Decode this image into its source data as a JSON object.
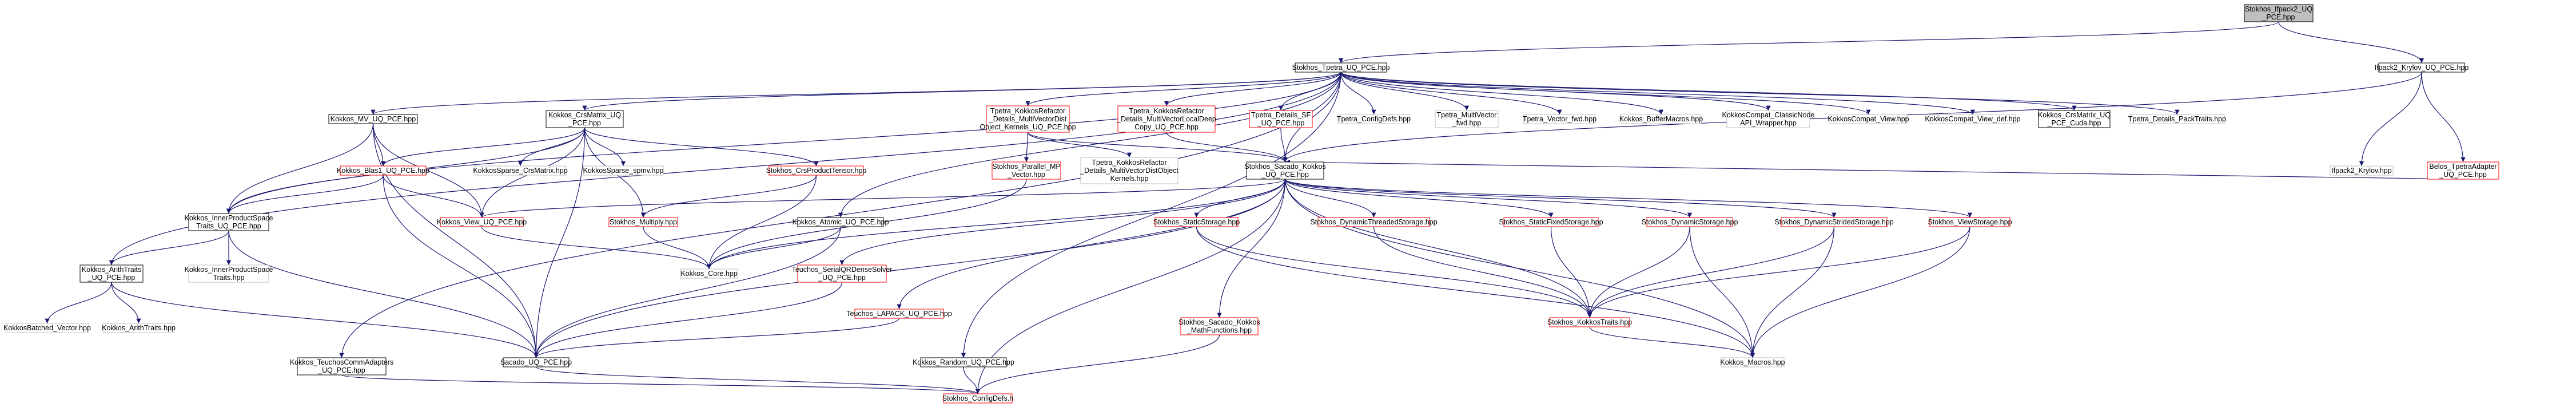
{
  "root": {
    "text": "Stokhos_Ifpack2_UQ_PCE.hpp"
  },
  "nodes": [
    {
      "id": "root",
      "lines": [
        "Stokhos_Ifpack2_UQ",
        "_PCE.hpp"
      ],
      "type": "root"
    },
    {
      "id": "tpetra_uq",
      "lines": [
        "Stokhos_Tpetra_UQ_PCE.hpp"
      ],
      "type": "black"
    },
    {
      "id": "ifpack2_krylov",
      "lines": [
        "Ifpack2_Krylov_UQ_PCE.hpp"
      ],
      "type": "black"
    },
    {
      "id": "kokkos_mv",
      "lines": [
        "Kokkos_MV_UQ_PCE.hpp"
      ],
      "type": "black"
    },
    {
      "id": "kokkos_crsmatrix",
      "lines": [
        "Kokkos_CrsMatrix_UQ",
        "_PCE.hpp"
      ],
      "type": "black"
    },
    {
      "id": "tpetra_mvdist_kernels",
      "lines": [
        "Tpetra_KokkosRefactor",
        "_Details_MultiVectorDist",
        "Object_Kernels_UQ_PCE.hpp"
      ],
      "type": "red"
    },
    {
      "id": "tpetra_mvlocaldeep",
      "lines": [
        "Tpetra_KokkosRefactor",
        "_Details_MultiVectorLocalDeep",
        "Copy_UQ_PCE.hpp"
      ],
      "type": "red"
    },
    {
      "id": "tpetra_details_sf",
      "lines": [
        "Tpetra_Details_SF",
        "_UQ_PCE.hpp"
      ],
      "type": "red"
    },
    {
      "id": "tpetra_configdefs",
      "lines": [
        "Tpetra_ConfigDefs.hpp"
      ],
      "type": "gray"
    },
    {
      "id": "tpetra_multivector_fwd",
      "lines": [
        "Tpetra_MultiVector",
        "_fwd.hpp"
      ],
      "type": "gray"
    },
    {
      "id": "tpetra_vector_fwd",
      "lines": [
        "Tpetra_Vector_fwd.hpp"
      ],
      "type": "gray"
    },
    {
      "id": "kokkos_buffermacros",
      "lines": [
        "Kokkos_BufferMacros.hpp"
      ],
      "type": "gray"
    },
    {
      "id": "kokkoscompat_classicnode",
      "lines": [
        "KokkosCompat_ClassicNode",
        "API_Wrapper.hpp"
      ],
      "type": "gray"
    },
    {
      "id": "kokkoscompat_view",
      "lines": [
        "KokkosCompat_View.hpp"
      ],
      "type": "gray"
    },
    {
      "id": "kokkoscompat_view_def",
      "lines": [
        "KokkosCompat_View_def.hpp"
      ],
      "type": "gray"
    },
    {
      "id": "kokkos_crsmatrix_cuda",
      "lines": [
        "Kokkos_CrsMatrix_UQ",
        "_PCE_Cuda.hpp"
      ],
      "type": "black"
    },
    {
      "id": "tpetra_packtraits",
      "lines": [
        "Tpetra_Details_PackTraits.hpp"
      ],
      "type": "gray"
    },
    {
      "id": "ifpack2_krylov_hpp",
      "lines": [
        "Ifpack2_Krylov.hpp"
      ],
      "type": "gray"
    },
    {
      "id": "belos_tpetraadapter",
      "lines": [
        "Belos_TpetraAdapter",
        "_UQ_PCE.hpp"
      ],
      "type": "red"
    },
    {
      "id": "kokkos_blas1",
      "lines": [
        "Kokkos_Blas1_UQ_PCE.hpp"
      ],
      "type": "red"
    },
    {
      "id": "kokkossparse_crsmatrix",
      "lines": [
        "KokkosSparse_CrsMatrix.hpp"
      ],
      "type": "gray"
    },
    {
      "id": "kokkossparse_spmv",
      "lines": [
        "KokkosSparse_spmv.hpp"
      ],
      "type": "gray"
    },
    {
      "id": "stokhos_crsproducttensor",
      "lines": [
        "Stokhos_CrsProductTensor.hpp"
      ],
      "type": "red"
    },
    {
      "id": "tpetra_parallel_mp",
      "lines": [
        "Stokhos_Parallel_MP",
        "_Vector.hpp"
      ],
      "type": "red"
    },
    {
      "id": "tpetra_mvdist_kernels_gray",
      "lines": [
        "Tpetra_KokkosRefactor",
        "_Details_MultiVectorDistObject",
        "Kernels.hpp"
      ],
      "type": "gray"
    },
    {
      "id": "stokhos_sacado_kokkos",
      "lines": [
        "Stokhos_Sacado_Kokkos",
        "_UQ_PCE.hpp"
      ],
      "type": "black"
    },
    {
      "id": "kokkos_innerproductspace",
      "lines": [
        "Kokkos_InnerProductSpace",
        "Traits_UQ_PCE.hpp"
      ],
      "type": "black"
    },
    {
      "id": "kokkos_view_uq",
      "lines": [
        "Kokkos_View_UQ_PCE.hpp"
      ],
      "type": "red"
    },
    {
      "id": "stokhos_multiply",
      "lines": [
        "Stokhos_Multiply.hpp"
      ],
      "type": "red"
    },
    {
      "id": "kokkos_atomic",
      "lines": [
        "Kokkos_Atomic_UQ_PCE.hpp"
      ],
      "type": "black"
    },
    {
      "id": "stokhos_staticstorage",
      "lines": [
        "Stokhos_StaticStorage.hpp"
      ],
      "type": "red"
    },
    {
      "id": "stokhos_dynthreadedstorage",
      "lines": [
        "Stokhos_DynamicThreadedStorage.hpp"
      ],
      "type": "red"
    },
    {
      "id": "stokhos_staticfixedstorage",
      "lines": [
        "Stokhos_StaticFixedStorage.hpp"
      ],
      "type": "red"
    },
    {
      "id": "stokhos_dynamicstorage",
      "lines": [
        "Stokhos_DynamicStorage.hpp"
      ],
      "type": "red"
    },
    {
      "id": "stokhos_dynstridedstorage",
      "lines": [
        "Stokhos_DynamicStridedStorage.hpp"
      ],
      "type": "red"
    },
    {
      "id": "stokhos_viewstorage",
      "lines": [
        "Stokhos_ViewStorage.hpp"
      ],
      "type": "red"
    },
    {
      "id": "kokkos_arithtraits_uq",
      "lines": [
        "Kokkos_ArithTraits",
        "_UQ_PCE.hpp"
      ],
      "type": "black"
    },
    {
      "id": "kokkos_innerproductspace_gray",
      "lines": [
        "Kokkos_InnerProductSpace",
        "Traits.hpp"
      ],
      "type": "gray"
    },
    {
      "id": "kokkos_core",
      "lines": [
        "Kokkos_Core.hpp"
      ],
      "type": "gray"
    },
    {
      "id": "teuchos_serialqr",
      "lines": [
        "Teuchos_SerialQRDenseSolver",
        "_UQ_PCE.hpp"
      ],
      "type": "red"
    },
    {
      "id": "teuchos_lapack",
      "lines": [
        "Teuchos_LAPACK_UQ_PCE.hpp"
      ],
      "type": "red"
    },
    {
      "id": "stokhos_sacado_mathfunctions",
      "lines": [
        "Stokhos_Sacado_Kokkos",
        "_MathFunctions.hpp"
      ],
      "type": "red"
    },
    {
      "id": "stokhos_kokkostraits",
      "lines": [
        "Stokhos_KokkosTraits.hpp"
      ],
      "type": "red"
    },
    {
      "id": "kokkosbatched_vector",
      "lines": [
        "KokkosBatched_Vector.hpp"
      ],
      "type": "gray"
    },
    {
      "id": "kokkos_arithtraits",
      "lines": [
        "Kokkos_ArithTraits.hpp"
      ],
      "type": "gray"
    },
    {
      "id": "kokkos_teuchoscommadapters",
      "lines": [
        "Kokkos_TeuchosCommAdapters",
        "_UQ_PCE.hpp"
      ],
      "type": "black"
    },
    {
      "id": "sacado_uq_pce",
      "lines": [
        "Sacado_UQ_PCE.hpp"
      ],
      "type": "black"
    },
    {
      "id": "kokkos_random",
      "lines": [
        "Kokkos_Random_UQ_PCE.hpp"
      ],
      "type": "black"
    },
    {
      "id": "kokkos_macros",
      "lines": [
        "Kokkos_Macros.hpp"
      ],
      "type": "gray"
    },
    {
      "id": "stokhos_configdefs",
      "lines": [
        "Stokhos_ConfigDefs.h"
      ],
      "type": "red"
    }
  ],
  "colors": {
    "edge": "#191970",
    "red_border": "#ff0000",
    "gray_border": "#bfbfbf",
    "black_border": "#000000",
    "root_fill": "#bfbfbf"
  }
}
